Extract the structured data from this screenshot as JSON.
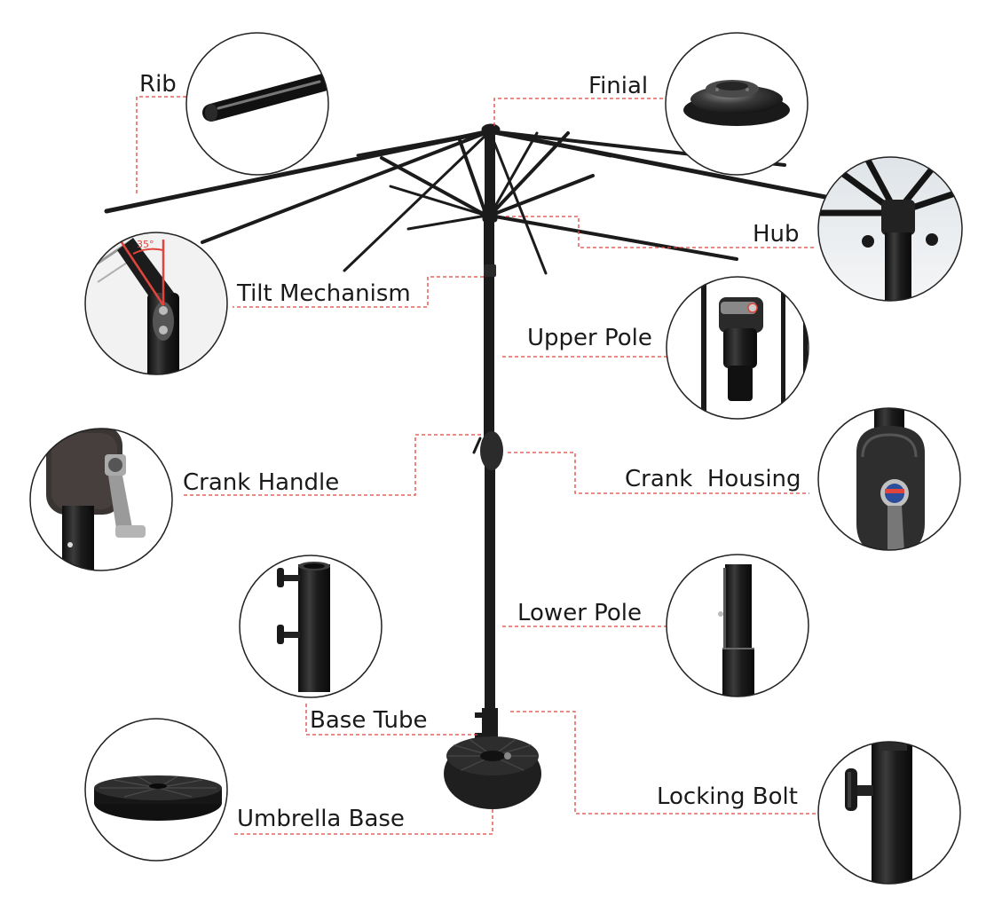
{
  "labels": {
    "rib": "Rib",
    "finial": "Finial",
    "hub": "Hub",
    "tilt_mechanism": "Tilt Mechanism",
    "upper_pole": "Upper Pole",
    "crank_handle": "Crank Handle",
    "crank_housing": "Crank  Housing",
    "lower_pole": "Lower Pole",
    "base_tube": "Base Tube",
    "umbrella_base": "Umbrella Base",
    "locking_bolt": "Locking Bolt"
  },
  "tilt_angle": "35°",
  "colors": {
    "leader_line": "#e0443c",
    "frame": "#1b1b1b",
    "circle_border": "#222222",
    "text": "#1a1a1a"
  },
  "icons": [
    "rib-detail-icon",
    "finial-detail-icon",
    "hub-detail-icon",
    "tilt-mechanism-detail-icon",
    "upper-pole-detail-icon",
    "crank-handle-detail-icon",
    "crank-housing-detail-icon",
    "lower-pole-detail-icon",
    "base-tube-detail-icon",
    "umbrella-base-detail-icon",
    "locking-bolt-detail-icon"
  ]
}
